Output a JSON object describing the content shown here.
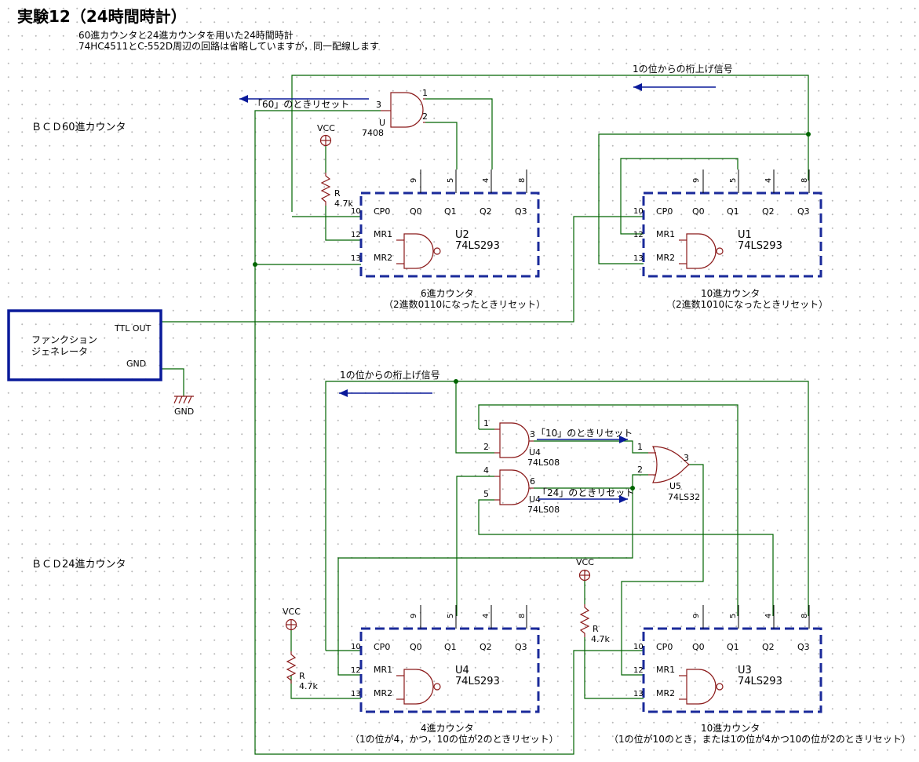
{
  "title": "実験12（24時間時計）",
  "subtitle1": "60進カウンタと24進カウンタを用いた24時間時計",
  "subtitle2": "74HC4511とC-552D周辺の回路は省略していますが，同一配線します",
  "label_bcd60": "ＢＣＤ60進カウンタ",
  "label_bcd24": "ＢＣＤ24進カウンタ",
  "carry_signal": "1の位からの桁上げ信号",
  "reset_60": "「60」のときリセット",
  "reset_10": "「10」のときリセット",
  "reset_24": "「24」のときリセット",
  "vcc": "VCC",
  "gnd": "GND",
  "resistor": "R",
  "resistor_value": "4.7k",
  "fg": {
    "line1": "ファンクション",
    "line2": "ジェネレータ",
    "ttl_out": "TTL OUT",
    "gnd": "GND"
  },
  "ic_pins": {
    "cp0": "CP0",
    "q0": "Q0",
    "q1": "Q1",
    "q2": "Q2",
    "q3": "Q3",
    "mr1": "MR1",
    "mr2": "MR2",
    "n9": "9",
    "n5": "5",
    "n4": "4",
    "n8": "8",
    "n10": "10",
    "n12": "12",
    "n13": "13"
  },
  "chips": {
    "u2": {
      "name": "U2",
      "type": "74LS293"
    },
    "u1": {
      "name": "U1",
      "type": "74LS293"
    },
    "u4b": {
      "name": "U4",
      "type": "74LS293"
    },
    "u3": {
      "name": "U3",
      "type": "74LS293"
    }
  },
  "gates": {
    "g7408": {
      "name": "U",
      "type": "7408",
      "pin1": "1",
      "pin2": "2",
      "pin3": "3"
    },
    "g1": {
      "name": "U4",
      "type": "74LS08",
      "pin1": "1",
      "pin2": "2",
      "pin3": "3"
    },
    "g2": {
      "name": "U4",
      "type": "74LS08",
      "pin1": "4",
      "pin2": "5",
      "pin3": "6"
    },
    "g3": {
      "name": "U5",
      "type": "74LS32",
      "pin1": "1",
      "pin2": "2",
      "pin3": "3"
    }
  },
  "captions": {
    "c6": "6進カウンタ",
    "c6b": "（2進数0110になったときリセット）",
    "c10a": "10進カウンタ",
    "c10ab": "（2進数1010になったときリセット）",
    "c4": "4進カウンタ",
    "c4b": "（1の位が4，かつ，10の位が2のときリセット）",
    "c10b": "10進カウンタ",
    "c10bb": "（1の位が10のとき，または1の位が4かつ10の位が2のときリセット）"
  }
}
